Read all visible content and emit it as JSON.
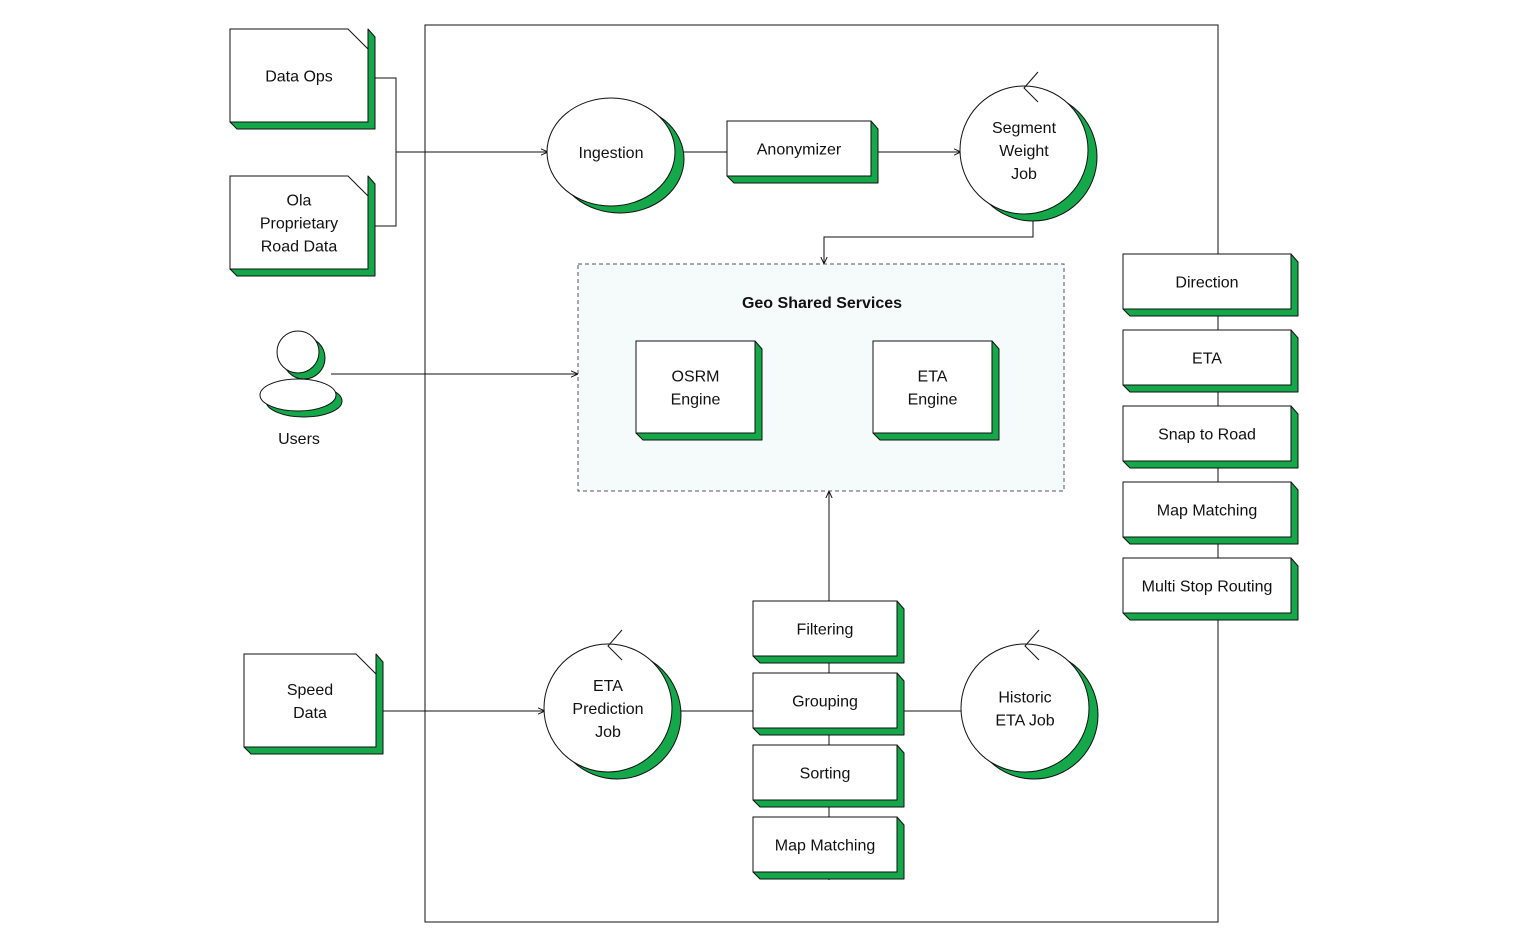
{
  "colors": {
    "accent": "#14a84b",
    "stroke": "#111111",
    "panel": "#f5fbfa"
  },
  "sources": {
    "data_ops": [
      "Data Ops"
    ],
    "ola_road_data": [
      "Ola",
      "Proprietary",
      "Road Data"
    ],
    "users": "Users",
    "speed_data": [
      "Speed",
      "Data"
    ]
  },
  "pipeline": {
    "ingestion": [
      "Ingestion"
    ],
    "anonymizer": [
      "Anonymizer"
    ],
    "segment_weight_job": [
      "Segment",
      "Weight",
      "Job"
    ]
  },
  "geo_shared_services": {
    "title": "Geo Shared Services",
    "osrm_engine": [
      "OSRM",
      "Engine"
    ],
    "eta_engine": [
      "ETA",
      "Engine"
    ]
  },
  "eta_pipeline": {
    "eta_prediction_job": [
      "ETA",
      "Prediction",
      "Job"
    ],
    "steps": [
      "Filtering",
      "Grouping",
      "Sorting",
      "Map Matching"
    ],
    "historic_eta_job": [
      "Historic",
      "ETA Job"
    ]
  },
  "apis": [
    "Direction",
    "ETA",
    "Snap to Road",
    "Map Matching",
    "Multi Stop Routing"
  ]
}
